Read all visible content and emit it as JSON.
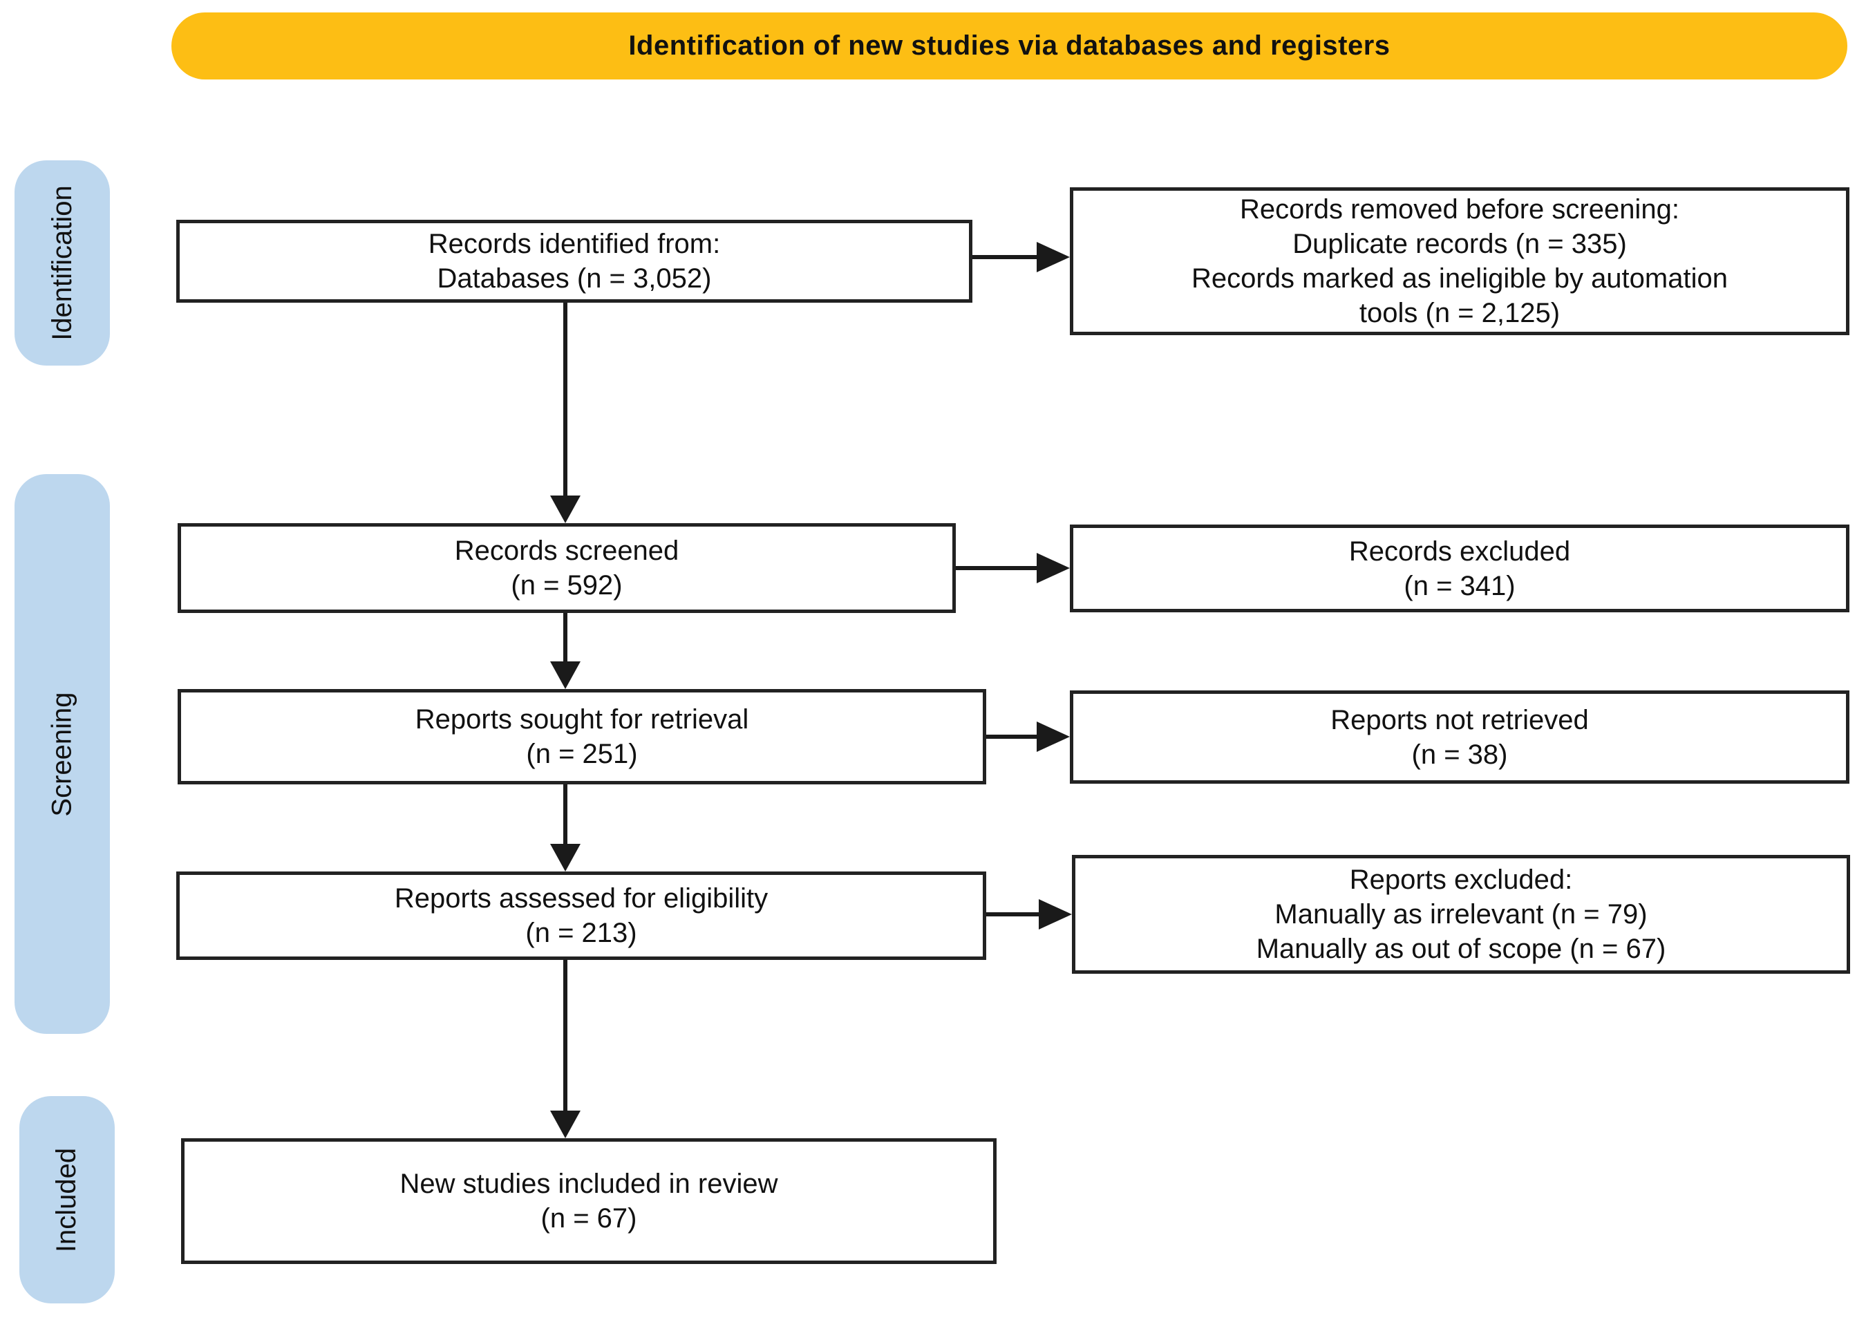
{
  "banner": {
    "label": "Identification of new studies via databases and registers"
  },
  "stages": [
    {
      "label": "Identification"
    },
    {
      "label": "Screening"
    },
    {
      "label": "Included"
    }
  ],
  "main_boxes": [
    {
      "name": "records-identified",
      "lines": [
        "Records identified from:",
        "Databases (n = 3,052)"
      ]
    },
    {
      "name": "records-screened",
      "lines": [
        "Records screened",
        "(n = 592)"
      ]
    },
    {
      "name": "reports-sought",
      "lines": [
        "Reports sought for retrieval",
        "(n = 251)"
      ]
    },
    {
      "name": "reports-assessed",
      "lines": [
        "Reports assessed for eligibility",
        "(n = 213)"
      ]
    },
    {
      "name": "studies-included",
      "lines": [
        "New studies included in review",
        "(n = 67)"
      ]
    }
  ],
  "side_boxes": [
    {
      "name": "records-removed",
      "lines": [
        "Records removed before screening:",
        "Duplicate records (n = 335)",
        "Records marked as ineligible by automation",
        "tools (n = 2,125)"
      ]
    },
    {
      "name": "records-excluded",
      "lines": [
        "Records excluded",
        "(n = 341)"
      ]
    },
    {
      "name": "reports-not-retrieved",
      "lines": [
        "Reports not retrieved",
        "(n = 38)"
      ]
    },
    {
      "name": "reports-excluded",
      "lines": [
        "Reports excluded:",
        "Manually as irrelevant (n = 79)",
        "Manually as out of scope (n = 67)"
      ]
    }
  ],
  "colors": {
    "banner_bg": "#FDBE14",
    "stage_bg": "#BDD7EE",
    "box_border": "#222222",
    "arrow": "#1a1a1a",
    "text": "#111111"
  }
}
